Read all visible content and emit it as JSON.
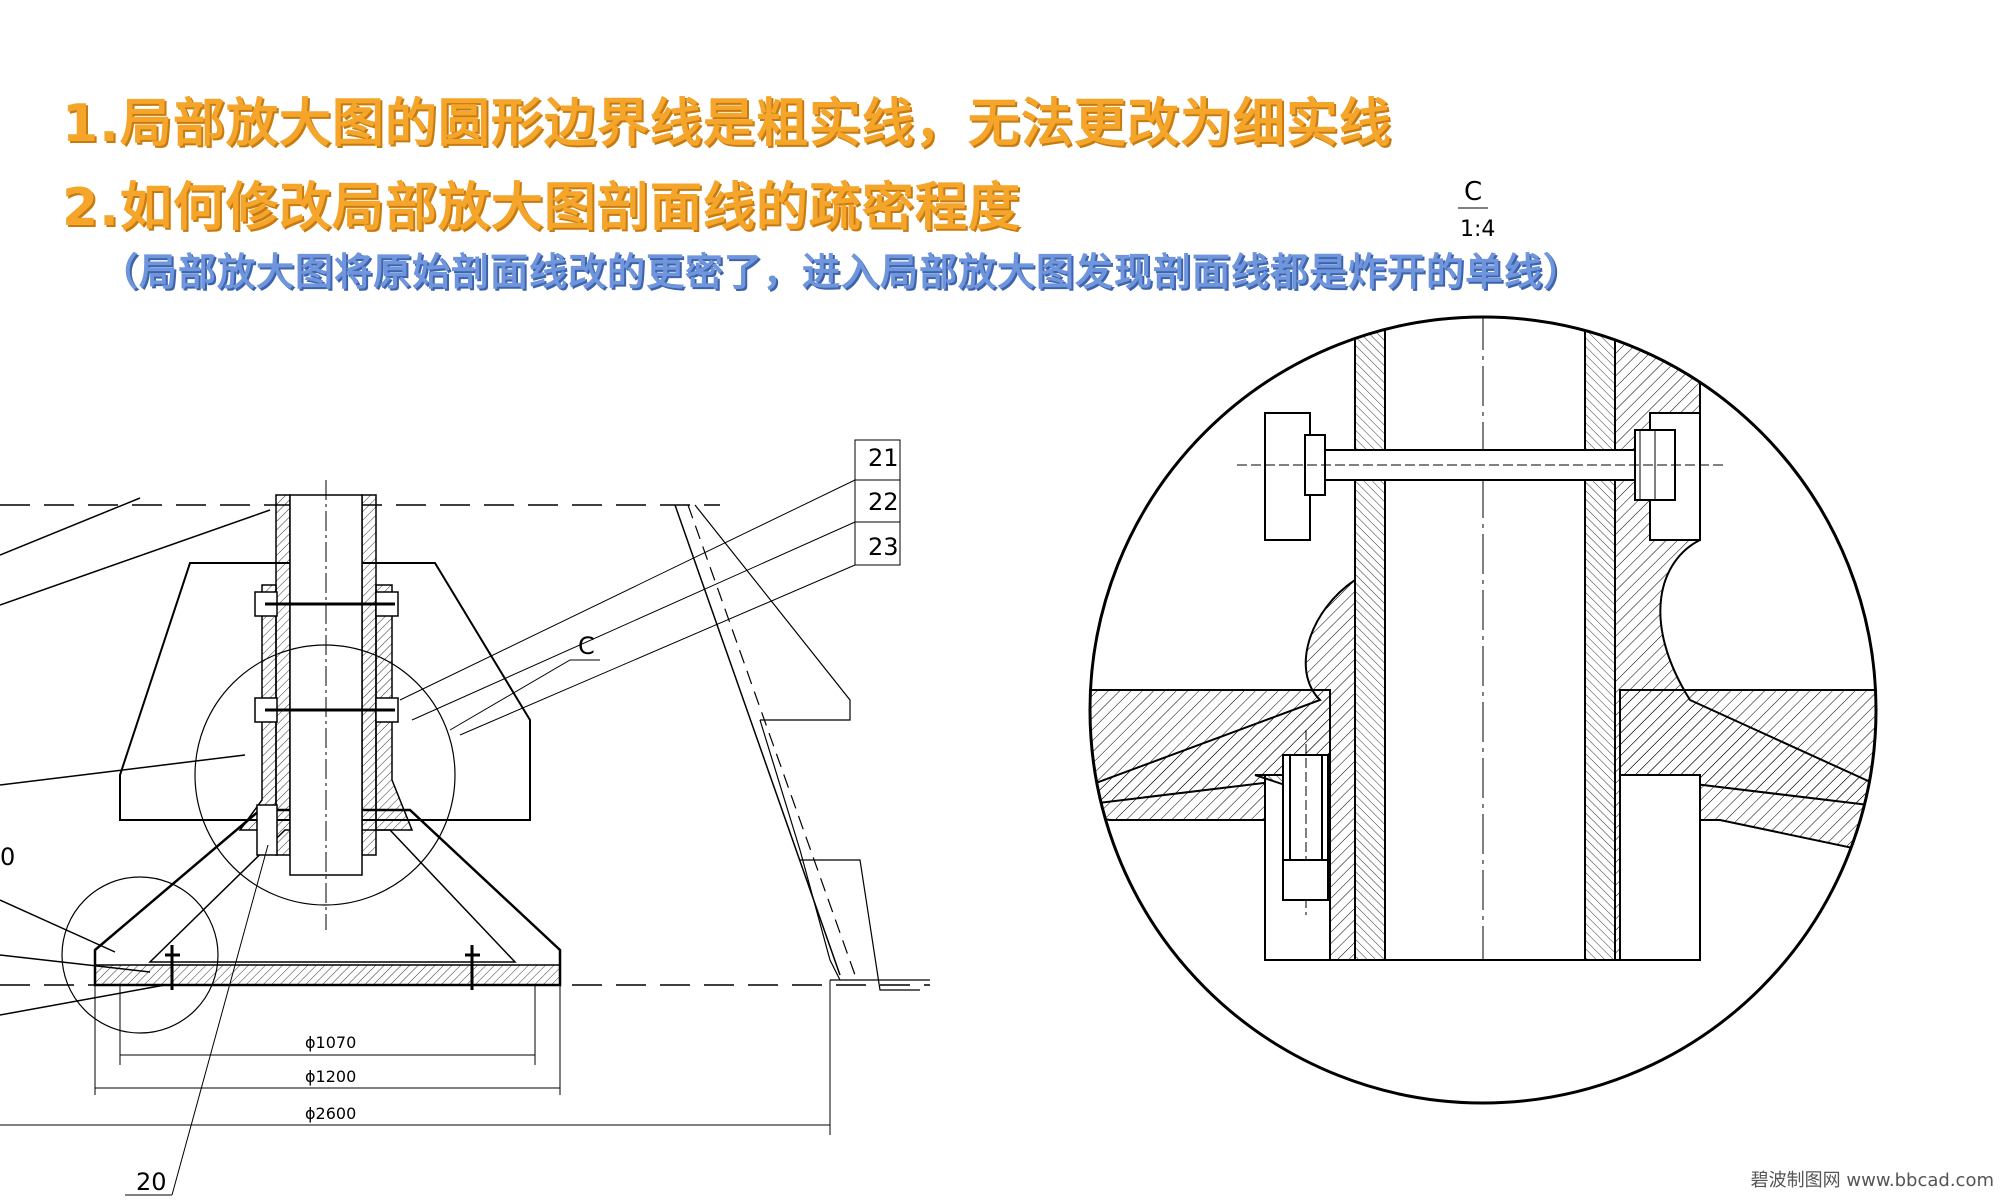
{
  "headings": {
    "line1": "1.局部放大图的圆形边界线是粗实线，无法更改为细实线",
    "line2": "2.如何修改局部放大图剖面线的疏密程度",
    "line3": "（局部放大图将原始剖面线改的更密了，进入局部放大图发现剖面线都是炸开的单线）"
  },
  "detail": {
    "label": "C",
    "scale": "1:4"
  },
  "callouts": {
    "c21": "21",
    "c22": "22",
    "c23": "23",
    "c20": "20",
    "detail_ref": "C",
    "left_cut": "0"
  },
  "dimensions": {
    "d1070": "ϕ1070",
    "d1200": "ϕ1200",
    "d2600": "ϕ2600"
  },
  "watermark": "碧波制图网 www.bbcad.com",
  "colors": {
    "orange": "#f4a52a",
    "blue": "#6f95dc",
    "line": "#000000"
  }
}
